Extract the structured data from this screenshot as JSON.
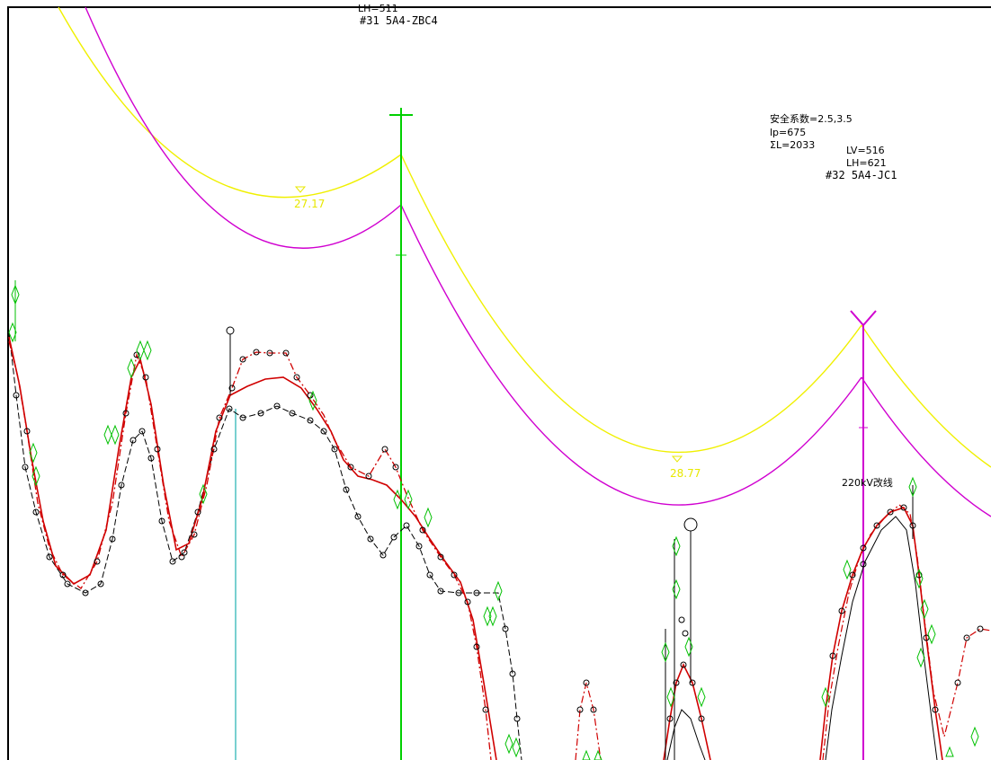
{
  "colors": {
    "background": "#ffffff",
    "frame": "#000000",
    "upper_conductor": "#f0f000",
    "lower_conductor": "#d000d0",
    "tension_tower": "#00d000",
    "angle_tower": "#d000d0",
    "ground_line": "#20b0b0",
    "profile_black": "#000000",
    "profile_red": "#d00000",
    "marker_green": "#00c000"
  },
  "labels": {
    "top_cut_label": "LH=511",
    "tower31": "#31  5A4-ZBC4",
    "safety_factor": "安全系数=2.5,3.5",
    "lp": "lp=675",
    "sum_l": "ΣL=2033",
    "lv": "LV=516",
    "lh": "LH=621",
    "tower32": "#32  5A4-JC1",
    "sag1": "27.17",
    "sag2": "28.77",
    "crossing": "220kV改线"
  }
}
